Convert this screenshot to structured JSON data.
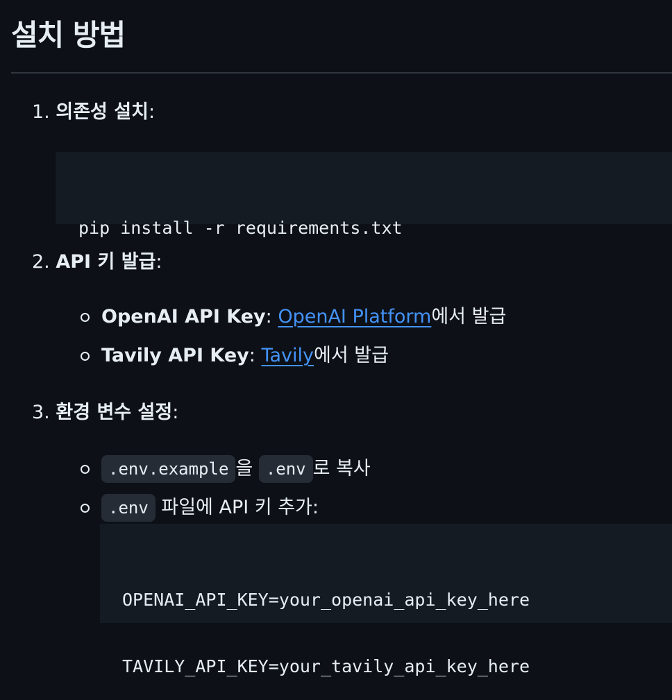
{
  "section": {
    "heading": "설치 방법"
  },
  "steps": [
    {
      "number": "1.",
      "title": "의존성 설치",
      "suffix": ":",
      "code": "pip install -r requirements.txt"
    },
    {
      "number": "2.",
      "title": "API 키 발급",
      "suffix": ":",
      "bullets": [
        {
          "label": "OpenAI API Key",
          "sep": ": ",
          "link": "OpenAI Platform",
          "after": "에서 발급"
        },
        {
          "label": "Tavily API Key",
          "sep": ": ",
          "link": "Tavily",
          "after": "에서 발급"
        }
      ]
    },
    {
      "number": "3.",
      "title": "환경 변수 설정",
      "suffix": ":",
      "bullets": [
        {
          "code1": ".env.example",
          "mid": "을 ",
          "code2": ".env",
          "after": "로 복사"
        },
        {
          "code1": ".env",
          "after": " 파일에 API 키 추가:"
        }
      ],
      "code_lines": [
        "OPENAI_API_KEY=your_openai_api_key_here",
        "TAVILY_API_KEY=your_tavily_api_key_here"
      ]
    }
  ],
  "colors": {
    "background": "#0d1117",
    "text": "#e6edf3",
    "link": "#4493f8",
    "code_block_bg": "#151b23",
    "inline_code_bg": "#262c36",
    "rule": "#30363d"
  }
}
